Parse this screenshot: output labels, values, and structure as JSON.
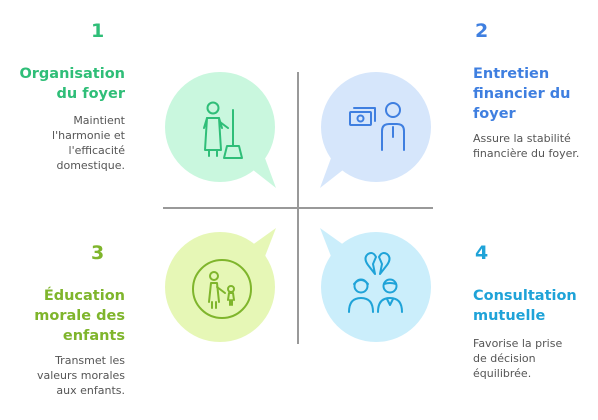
{
  "colors": {
    "green": "#2fbe78",
    "blue": "#3f7fe0",
    "lime": "#7fb52c",
    "cyan": "#1fa3d8",
    "bubble_green": "#c9f7de",
    "bubble_blue": "#d6e6fb",
    "bubble_lime": "#e6f7b6",
    "bubble_cyan": "#cbeefb",
    "divider": "#999999"
  },
  "items": [
    {
      "number": "1",
      "title": "Organisation\ndu foyer",
      "description": "Maintient\nl'harmonie et\nl'efficacité\ndomestique.",
      "icon": "housekeeper-broom-icon"
    },
    {
      "number": "2",
      "title": "Entretien\nfinancier du\nfoyer",
      "description": "Assure la stabilité\nfinancière du foyer.",
      "icon": "person-money-icon"
    },
    {
      "number": "3",
      "title": "Éducation\nmorale des\nenfants",
      "description": "Transmet les\nvaleurs morales\naux enfants.",
      "icon": "parent-child-icon"
    },
    {
      "number": "4",
      "title": "Consultation\nmutuelle",
      "description": "Favorise la prise\nde décision\néquilibrée.",
      "icon": "couple-broken-heart-icon"
    }
  ]
}
